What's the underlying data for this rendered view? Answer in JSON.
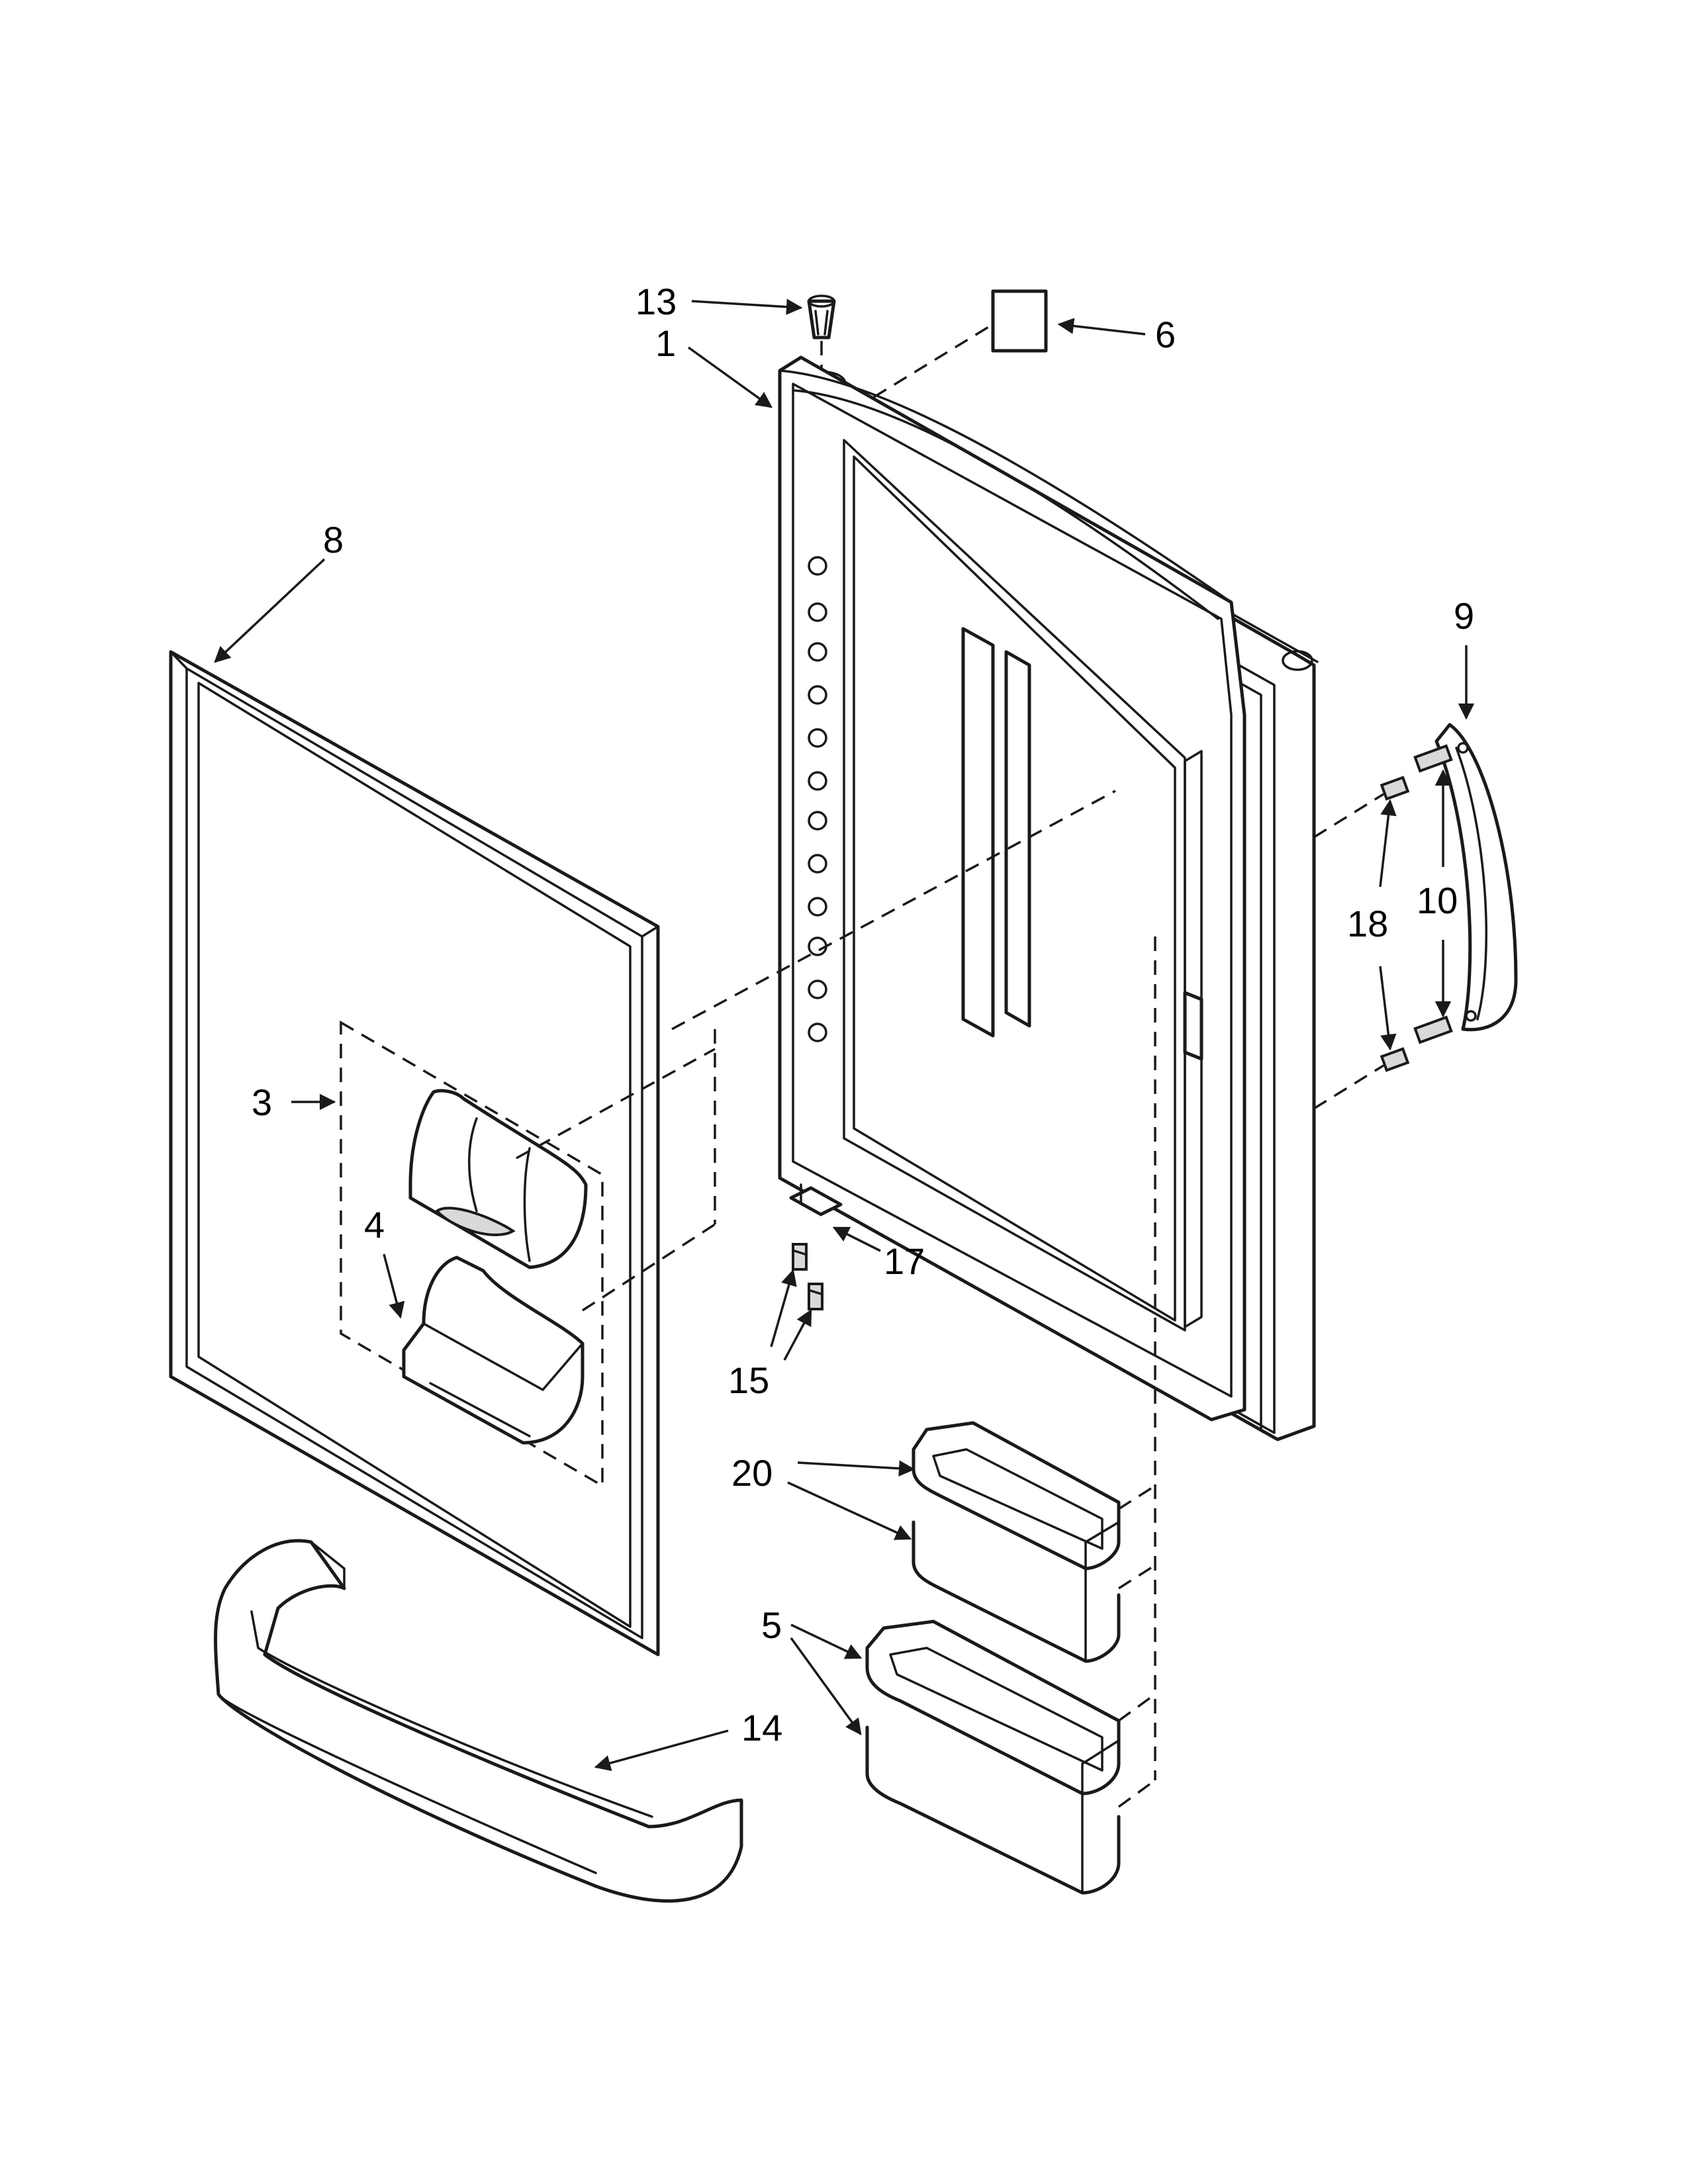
{
  "callouts": {
    "c1": "1",
    "c3": "3",
    "c4": "4",
    "c5": "5",
    "c6": "6",
    "c8": "8",
    "c9": "9",
    "c10": "10",
    "c13": "13",
    "c14": "14",
    "c15": "15",
    "c17": "17",
    "c18": "18",
    "c20": "20"
  },
  "colors": {
    "line": "#1a1a1a",
    "background": "#ffffff",
    "shade": "#d9d9d9"
  }
}
